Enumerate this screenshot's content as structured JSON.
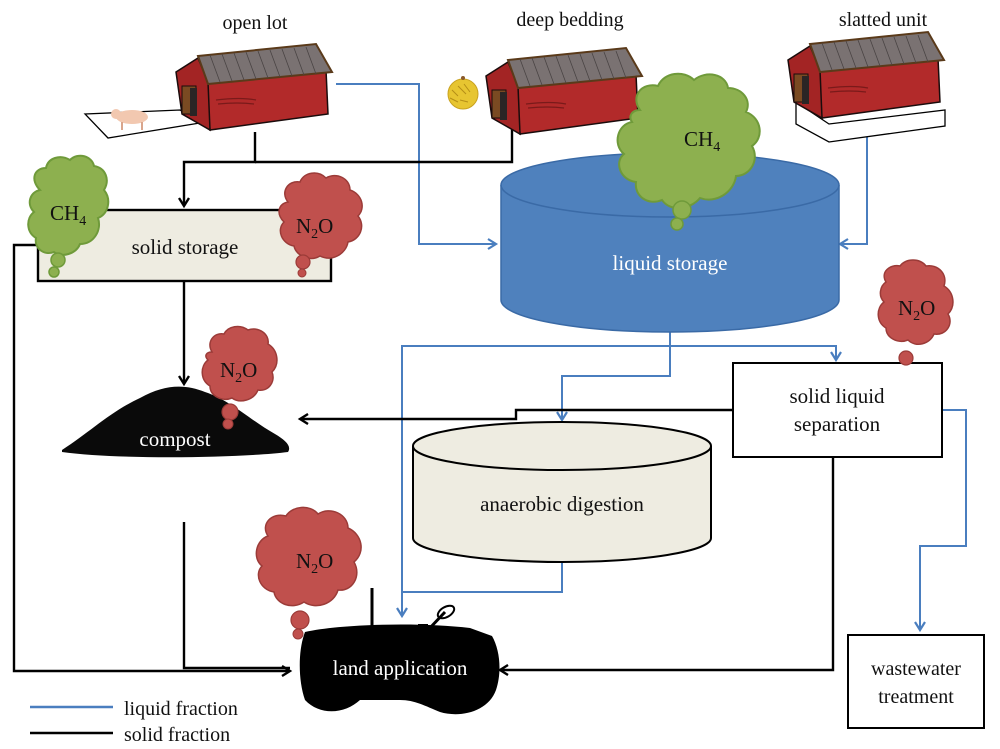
{
  "title": "Manure management pathways and greenhouse gas emissions",
  "colors": {
    "liquid": "#4a7ebf",
    "solid": "#000000",
    "ch4_cloud": "#8db04f",
    "ch4_outline": "#6f9a3a",
    "n2o_cloud": "#c0504d",
    "n2o_outline": "#9b3b38",
    "liquid_tank": "#4f81bd",
    "neutral_fill": "#eeece1",
    "barn_red": "#b22a2a",
    "barn_roof": "#7a7070"
  },
  "housing": [
    {
      "id": "open-lot",
      "label": "open lot",
      "icon": "barn-with-pig"
    },
    {
      "id": "deep-bedding",
      "label": "deep bedding",
      "icon": "barn-with-straw"
    },
    {
      "id": "slatted-unit",
      "label": "slatted unit",
      "icon": "barn-on-slats"
    }
  ],
  "nodes": {
    "solid_storage": "solid storage",
    "liquid_storage": "liquid storage",
    "compost": "compost",
    "solid_liquid_separation_line1": "solid liquid",
    "solid_liquid_separation_line2": "separation",
    "anaerobic_digestion": "anaerobic digestion",
    "land_application": "land application",
    "wastewater_treatment_line1": "wastewater",
    "wastewater_treatment_line2": "treatment"
  },
  "gases": {
    "ch4": {
      "main": "CH",
      "sub": "4"
    },
    "n2o": {
      "main1": "N",
      "sub": "2",
      "main2": "O"
    }
  },
  "emissions": [
    {
      "source": "solid storage",
      "gas": "CH4"
    },
    {
      "source": "solid storage",
      "gas": "N2O"
    },
    {
      "source": "liquid storage",
      "gas": "CH4"
    },
    {
      "source": "compost",
      "gas": "N2O"
    },
    {
      "source": "solid liquid separation",
      "gas": "N2O"
    },
    {
      "source": "land application",
      "gas": "N2O"
    }
  ],
  "flows": [
    {
      "from": "open lot",
      "to": "solid storage",
      "type": "solid"
    },
    {
      "from": "deep bedding",
      "to": "solid storage",
      "type": "solid"
    },
    {
      "from": "open lot",
      "to": "liquid storage",
      "type": "liquid"
    },
    {
      "from": "slatted unit",
      "to": "liquid storage",
      "type": "liquid"
    },
    {
      "from": "solid storage",
      "to": "compost",
      "type": "solid"
    },
    {
      "from": "solid storage",
      "to": "land application",
      "type": "solid"
    },
    {
      "from": "compost",
      "to": "land application",
      "type": "solid"
    },
    {
      "from": "liquid storage",
      "to": "solid liquid separation",
      "type": "liquid"
    },
    {
      "from": "liquid storage",
      "to": "anaerobic digestion",
      "type": "liquid"
    },
    {
      "from": "liquid storage",
      "to": "land application",
      "type": "liquid"
    },
    {
      "from": "solid liquid separation",
      "to": "compost",
      "type": "solid"
    },
    {
      "from": "solid liquid separation",
      "to": "land application",
      "type": "solid"
    },
    {
      "from": "solid liquid separation",
      "to": "wastewater treatment",
      "type": "liquid"
    },
    {
      "from": "anaerobic digestion",
      "to": "land application",
      "type": "liquid"
    }
  ],
  "legend": [
    {
      "type": "liquid",
      "label": "liquid fraction"
    },
    {
      "type": "solid",
      "label": "solid fraction"
    }
  ]
}
